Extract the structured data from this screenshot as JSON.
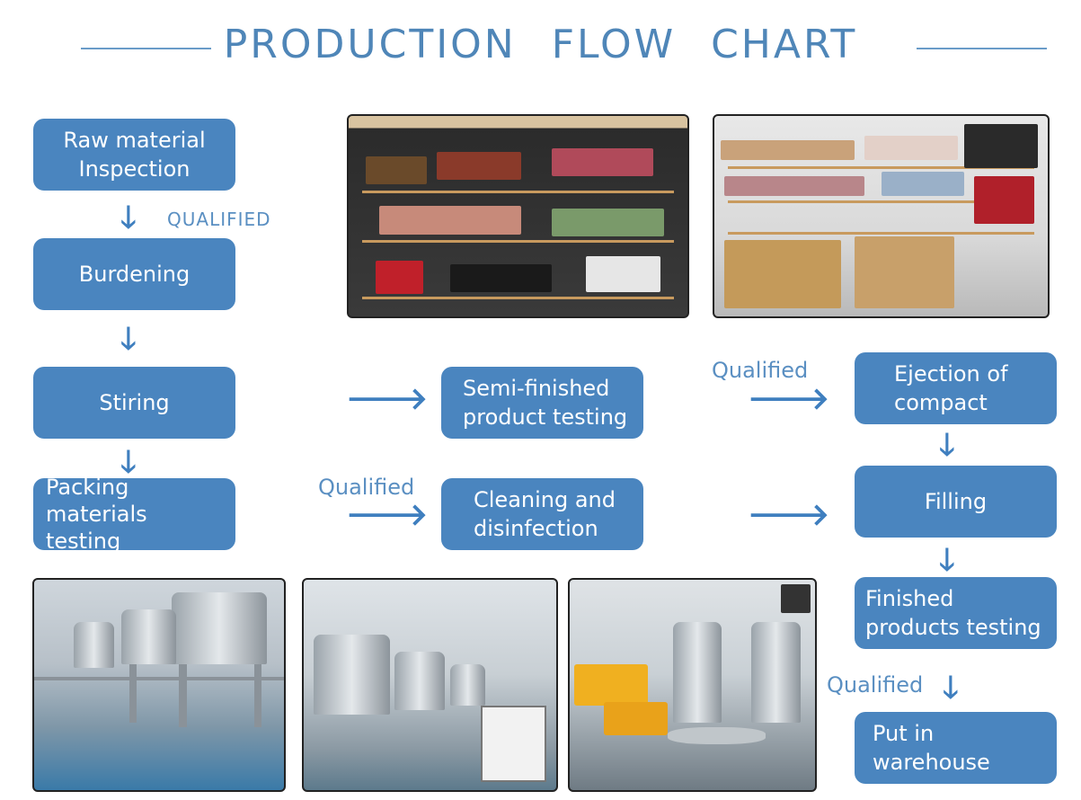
{
  "title": "PRODUCTION  FLOW  CHART",
  "steps": {
    "raw_material": "Raw material\nInspection",
    "burdening": "Burdening",
    "stiring": "Stiring",
    "packing": "Packing\nmaterials testing",
    "semi_finished": "Semi-finished\nproduct testing",
    "cleaning": "Cleaning and\ndisinfection",
    "ejection": "Ejection of\ncompact",
    "filling": "Filling",
    "finished": "Finished\nproducts testing",
    "warehouse": "Put in\nwarehouse"
  },
  "labels": {
    "qualified_caps": "QUALIFIED",
    "qualified_1": "Qualified",
    "qualified_2": "Qualified",
    "qualified_3": "Qualified"
  },
  "arrows": {
    "down": "🡓",
    "right": "🡒"
  },
  "colors": {
    "box": "#4a85bf",
    "accent": "#4f86b8"
  }
}
